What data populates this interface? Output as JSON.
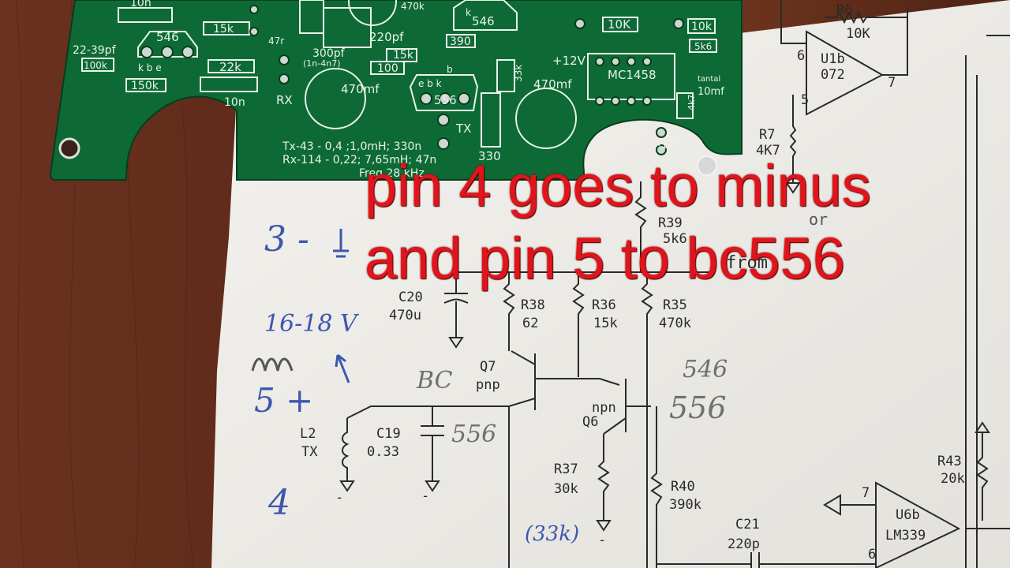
{
  "caption": {
    "line1": "pin 4 goes to minus",
    "line2": "and pin 5 to bc556"
  },
  "pcb": {
    "labels": {
      "l10n_top": "10n",
      "r15k_a": "15k",
      "c22_39pf": "22-39pf",
      "r100k": "100k",
      "t546": "546",
      "kbe": "k   b   e",
      "r22k": "22k",
      "r150k": "150k",
      "c10n": "10n",
      "c47r": "47r",
      "c220pf": "220pf",
      "r15k_b": "15k",
      "c300pf": "300pf",
      "c300pf_range": "(1n-4n7)",
      "r100": "100",
      "r470k_top": "470k",
      "t546b": "546",
      "r390": "390",
      "r10k": "10K",
      "r10k_b": "10k",
      "r5k6": "5k6",
      "plus12v": "+12V",
      "mc1458": "MC1458",
      "r33k": "33k",
      "c470mf_a": "470mf",
      "c470mf_b": "470mf",
      "t556": "556",
      "tx": "TX",
      "rx": "RX",
      "r4k7": "4k7",
      "c10mf": "10mf",
      "tantal": "tantal",
      "minus12v": "-12V",
      "r330": "330",
      "spec_tx": "Tx-43 - 0,4 ;1,0mH; 330n",
      "spec_rx": "Rx-114 - 0,22; 7,65mH; 47n",
      "freq": "Freq 28 kHz",
      "e_b_k": "e     b     k",
      "b": "b",
      "k": "k"
    }
  },
  "schematic": {
    "labels": {
      "r6": "R6",
      "r6v": "10K",
      "u1b": "U1b",
      "u1b_part": "072",
      "pin6": "6",
      "pin5": "5",
      "pin7": "7",
      "r7": "R7",
      "r7v": "4K7",
      "r39": "R39",
      "r39v": "5k6",
      "c20": "C20",
      "c20v": "470u",
      "r38": "R38",
      "r38v": "62",
      "r36": "R36",
      "r36v": "15k",
      "r35": "R35",
      "r35v": "470k",
      "q7": "Q7",
      "q7t": "pnp",
      "q6": "Q6",
      "q6t": "npn",
      "l2": "L2",
      "l2t": "TX",
      "c19": "C19",
      "c19v": "0.33",
      "r37": "R37",
      "r37v": "30k",
      "r40": "R40",
      "r40v": "390k",
      "c21": "C21",
      "c21v": "220p",
      "r43": "R43",
      "r43v": "20k",
      "u6b": "U6b",
      "u6b_part": "LM339",
      "pin7b": "7",
      "pin6b": "6",
      "from": "from",
      "or": "or",
      "minus_a": "-",
      "minus_b": "-",
      "minus_c": "-"
    },
    "handwriting": {
      "pin3": "3 -",
      "voltage": "16-18 V",
      "pin5": "5 +",
      "pin4": "4",
      "bc": "BC",
      "n546": "546",
      "n556": "556",
      "n556_b": "556",
      "r33k": "(33k)"
    }
  },
  "colors": {
    "table": "#5a2a1a",
    "pcb": "#0e6a35",
    "silkscreen": "#e8f2ea",
    "paper": "#efeeea",
    "ink": "#2a2a2a",
    "pencil": "#6c6c6c",
    "pen": "#3d56b0",
    "caption": "#e1141b"
  }
}
